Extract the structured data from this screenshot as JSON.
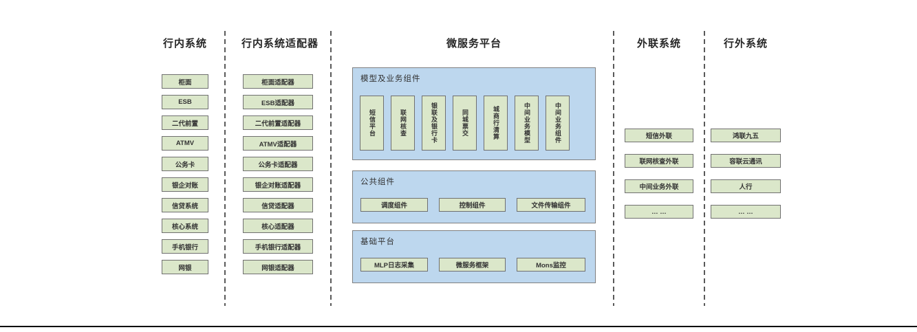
{
  "diagram": {
    "inbank": {
      "title": "行内系统",
      "items": [
        "柜面",
        "ESB",
        "二代前置",
        "ATMV",
        "公务卡",
        "银企对账",
        "信贷系统",
        "核心系统",
        "手机银行",
        "网银"
      ]
    },
    "adapters": {
      "title": "行内系统适配器",
      "items": [
        "柜面适配器",
        "ESB适配器",
        "二代前置适配器",
        "ATMV适配器",
        "公务卡适配器",
        "银企对账适配器",
        "信贷适配器",
        "核心适配器",
        "手机银行适配器",
        "网银适配器"
      ]
    },
    "platform": {
      "title": "微服务平台",
      "model_section": {
        "title": "模型及业务组件",
        "items": [
          "短信平台",
          "联网核查",
          "银联及银行卡",
          "同城票交",
          "城商行清算",
          "中间业务模型",
          "中间业务组件"
        ]
      },
      "common_section": {
        "title": "公共组件",
        "items": [
          "调度组件",
          "控制组件",
          "文件传输组件"
        ]
      },
      "base_section": {
        "title": "基础平台",
        "items": [
          "MLP日志采集",
          "微服务框架",
          "Mons监控"
        ]
      }
    },
    "external": {
      "title": "外联系统",
      "items": [
        "短信外联",
        "联网核查外联",
        "中间业务外联",
        "… …"
      ]
    },
    "outbank": {
      "title": "行外系统",
      "items": [
        "鸿联九五",
        "容联云通讯",
        "人行",
        "… …"
      ]
    }
  },
  "colors": {
    "section_fill": "#bdd7ee",
    "node_fill": "#dbe7ca",
    "node_border": "#6f6f6f",
    "text": "#333333"
  }
}
